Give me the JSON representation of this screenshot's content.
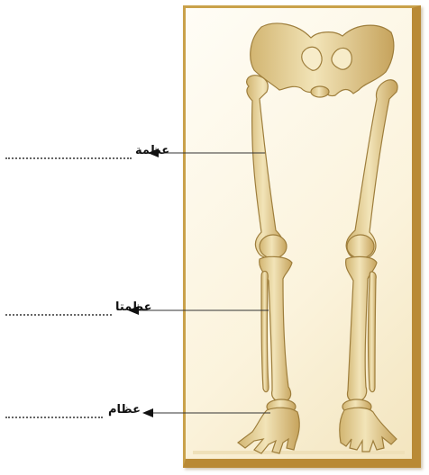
{
  "labels": {
    "bone_one": "عظمة",
    "bone_two": "عظمتا",
    "bones": "عظام"
  },
  "colors": {
    "bone_fill": "#e9d8a4",
    "bone_shadow": "#c9a964",
    "bone_outline": "#9e7e3c",
    "frame": "#c9a14a"
  },
  "icons": {
    "arrow": "arrow-left-icon",
    "illustration": "leg-skeleton-illustration"
  }
}
